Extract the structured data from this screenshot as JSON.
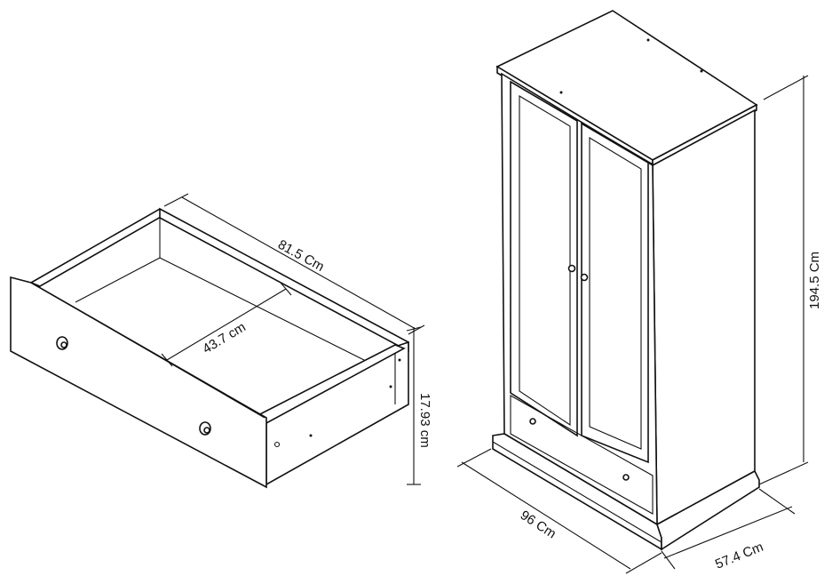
{
  "drawer": {
    "width_label": "81.5 Cm",
    "depth_label": "43.7 cm",
    "height_label": "17.93 cm"
  },
  "wardrobe": {
    "height_label": "194.5 Cm",
    "width_label": "96 Cm",
    "depth_label": "57.4 Cm"
  }
}
